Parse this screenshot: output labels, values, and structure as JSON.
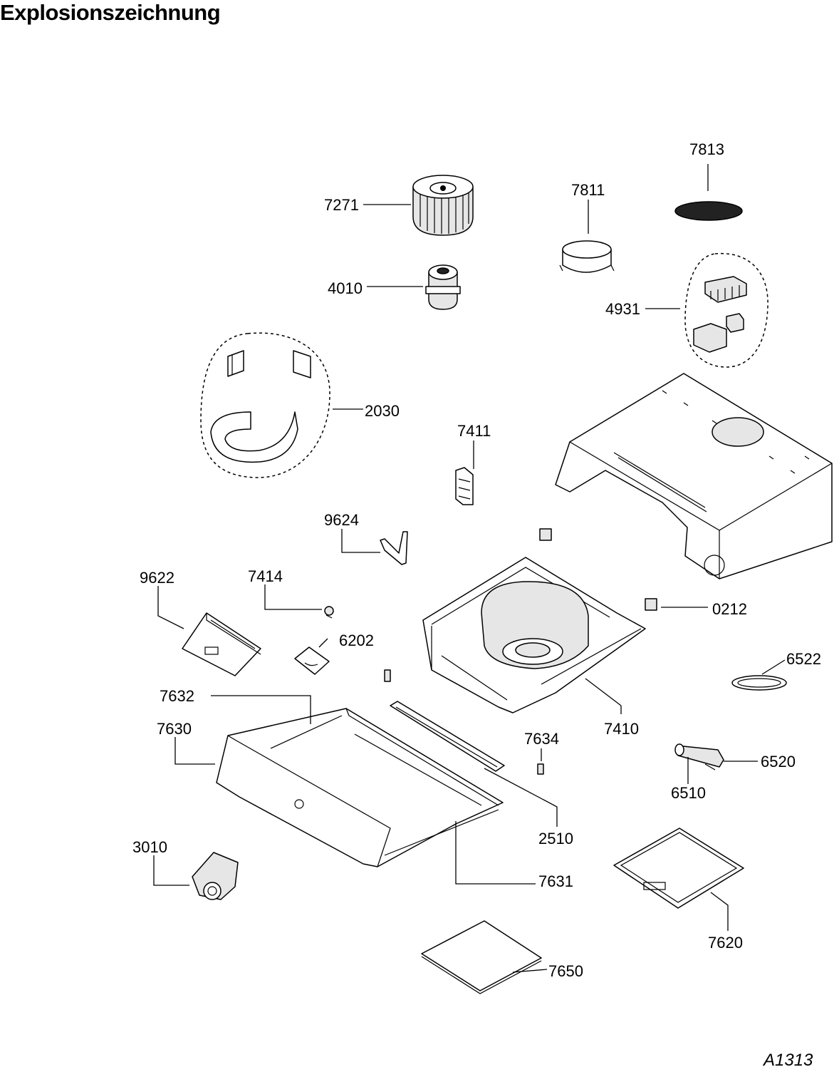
{
  "title": "Explosionszeichnung",
  "drawing_code": "A1313",
  "labels": {
    "p7813": "7813",
    "p7811": "7811",
    "p7271": "7271",
    "p4010": "4010",
    "p4931": "4931",
    "p2030": "2030",
    "p7411": "7411",
    "p9624": "9624",
    "p9622": "9622",
    "p7414": "7414",
    "p0212": "0212",
    "p6202": "6202",
    "p6522": "6522",
    "p7632": "7632",
    "p7630": "7630",
    "p7634": "7634",
    "p7410": "7410",
    "p6520": "6520",
    "p6510": "6510",
    "p2510": "2510",
    "p3010": "3010",
    "p7631": "7631",
    "p7620": "7620",
    "p7650": "7650"
  }
}
